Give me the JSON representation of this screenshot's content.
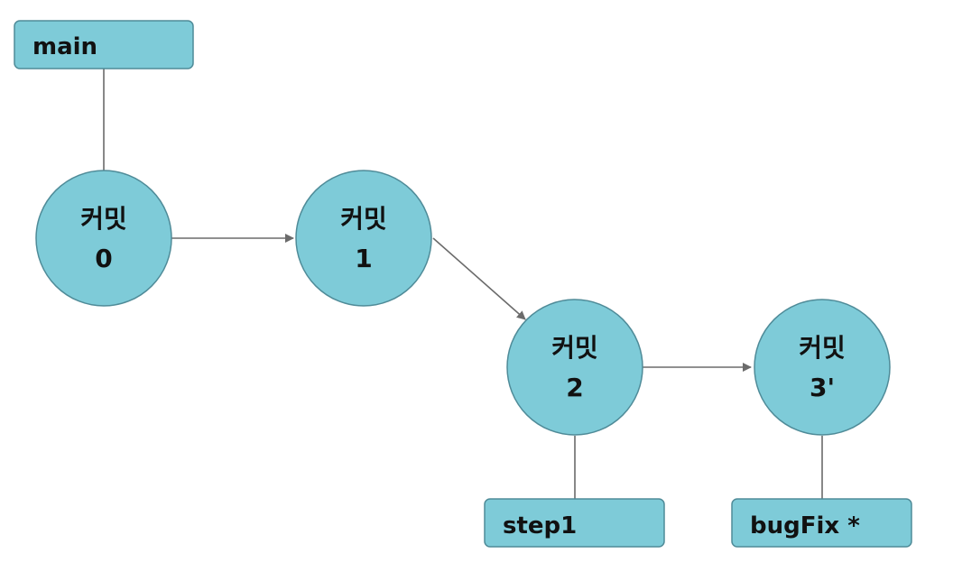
{
  "commits": [
    {
      "line1": "커밋",
      "line2": "0"
    },
    {
      "line1": "커밋",
      "line2": "1"
    },
    {
      "line1": "커밋",
      "line2": "2"
    },
    {
      "line1": "커밋",
      "line2": "3'"
    }
  ],
  "branches": [
    {
      "label": "main",
      "commit": 0
    },
    {
      "label": "step1",
      "commit": 2
    },
    {
      "label": "bugFix *",
      "commit": 3
    }
  ],
  "edges": [
    {
      "from": 0,
      "to": 1
    },
    {
      "from": 1,
      "to": 2
    },
    {
      "from": 2,
      "to": 3
    }
  ],
  "colors": {
    "node_fill": "#7ecbd8",
    "node_stroke": "#4f8b98",
    "edge": "#6b6b6b",
    "text": "#111111"
  }
}
